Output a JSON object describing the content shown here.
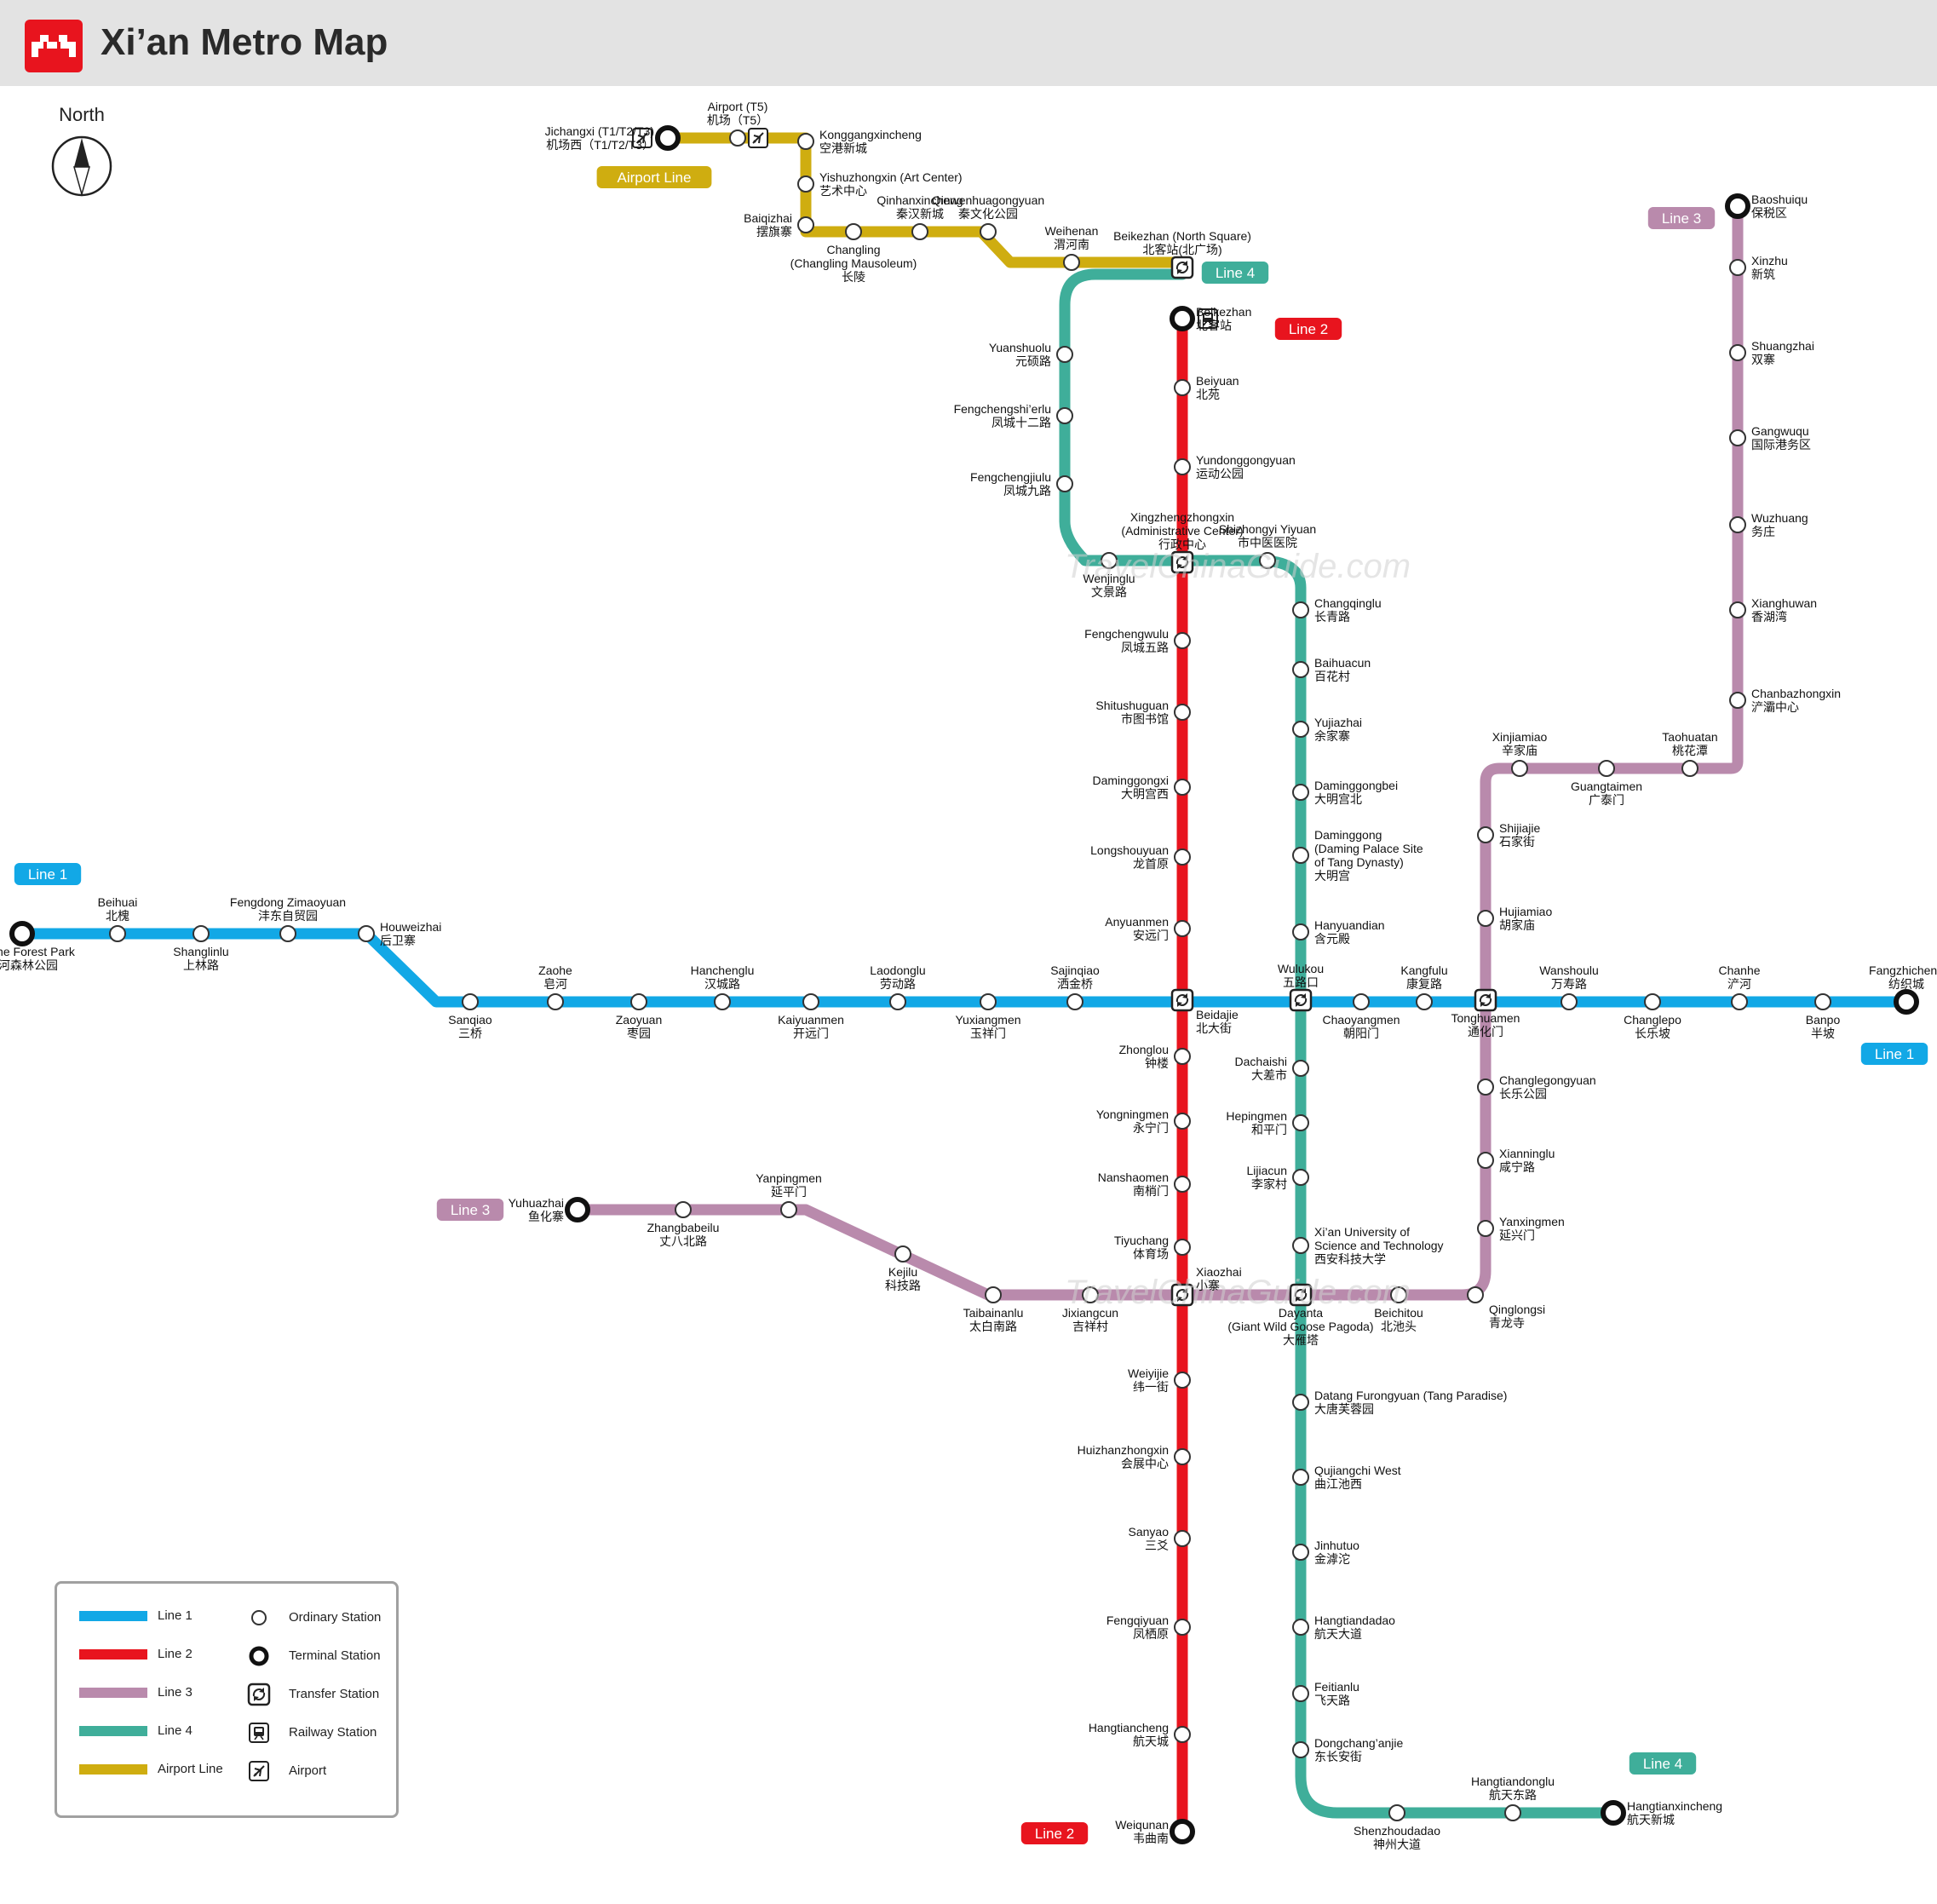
{
  "header": {
    "title": "Xi’an Metro Map"
  },
  "compass": {
    "label": "North"
  },
  "colors": {
    "line1": "#12a8e6",
    "line2": "#e8141e",
    "line3": "#b98aac",
    "line4": "#3fae9a",
    "airport": "#cfad10"
  },
  "line_badges": [
    {
      "id": "airport-line",
      "text": "Airport Line",
      "color": "#cfad10"
    },
    {
      "id": "line4-top",
      "text": "Line 4",
      "color": "#3fae9a"
    },
    {
      "id": "line2-top",
      "text": "Line 2",
      "color": "#e8141e"
    },
    {
      "id": "line3-top",
      "text": "Line 3",
      "color": "#b98aac"
    },
    {
      "id": "line1-left",
      "text": "Line 1",
      "color": "#12a8e6"
    },
    {
      "id": "line1-right",
      "text": "Line 1",
      "color": "#12a8e6"
    },
    {
      "id": "line3-left",
      "text": "Line 3",
      "color": "#b98aac"
    },
    {
      "id": "line4-bottom",
      "text": "Line 4",
      "color": "#3fae9a"
    },
    {
      "id": "line2-bottom",
      "text": "Line 2",
      "color": "#e8141e"
    }
  ],
  "stations": [
    {
      "en": "Jichangxi (T1/T2/T3)",
      "cn": "机场西（T1/T2/T3）"
    },
    {
      "en": "Airport (T5)",
      "cn": "机场（T5）"
    },
    {
      "en": "Konggangxincheng",
      "cn": "空港新城"
    },
    {
      "en": "Yishuzhongxin (Art Center)",
      "cn": "艺术中心"
    },
    {
      "en": "Baiqizhai",
      "cn": "摆旗寨"
    },
    {
      "en": "Changling\n(Changling Mausoleum)",
      "cn": "长陵"
    },
    {
      "en": "Qinhanxincheng",
      "cn": "秦汉新城"
    },
    {
      "en": "Qinwenhuagongyuan",
      "cn": "秦文化公园"
    },
    {
      "en": "Weihenan",
      "cn": "渭河南"
    },
    {
      "en": "Beikezhan (North Square)",
      "cn": "北客站(北广场)"
    },
    {
      "en": "Beikezhan",
      "cn": "北客站"
    },
    {
      "en": "Beiyuan",
      "cn": "北苑"
    },
    {
      "en": "Yundonggongyuan",
      "cn": "运动公园"
    },
    {
      "en": "Xingzhengzhongxin\n(Administrative Center)",
      "cn": "行政中心"
    },
    {
      "en": "Fengchengwulu",
      "cn": "凤城五路"
    },
    {
      "en": "Shitushuguan",
      "cn": "市图书馆"
    },
    {
      "en": "Daminggongxi",
      "cn": "大明宫西"
    },
    {
      "en": "Longshouyuan",
      "cn": "龙首原"
    },
    {
      "en": "Anyuanmen",
      "cn": "安远门"
    },
    {
      "en": "Beidajie",
      "cn": "北大街"
    },
    {
      "en": "Zhonglou",
      "cn": "钟楼"
    },
    {
      "en": "Yongningmen",
      "cn": "永宁门"
    },
    {
      "en": "Nanshaomen",
      "cn": "南梢门"
    },
    {
      "en": "Tiyuchang",
      "cn": "体育场"
    },
    {
      "en": "Xiaozhai",
      "cn": "小寨"
    },
    {
      "en": "Weiyijie",
      "cn": "纬一街"
    },
    {
      "en": "Huizhanzhongxin",
      "cn": "会展中心"
    },
    {
      "en": "Sanyao",
      "cn": "三爻"
    },
    {
      "en": "Fengqiyuan",
      "cn": "凤栖原"
    },
    {
      "en": "Hangtiancheng",
      "cn": "航天城"
    },
    {
      "en": "Weiqunan",
      "cn": "韦曲南"
    },
    {
      "en": "Yuanshuolu",
      "cn": "元硕路"
    },
    {
      "en": "Fengchengshi’erlu",
      "cn": "凤城十二路"
    },
    {
      "en": "Fengchengjiulu",
      "cn": "凤城九路"
    },
    {
      "en": "Wenjinglu",
      "cn": "文景路"
    },
    {
      "en": "Shizhongyi Yiyuan",
      "cn": "市中医医院"
    },
    {
      "en": "Changqinglu",
      "cn": "长青路"
    },
    {
      "en": "Baihuacun",
      "cn": "百花村"
    },
    {
      "en": "Yujiazhai",
      "cn": "余家寨"
    },
    {
      "en": "Daminggongbei",
      "cn": "大明宫北"
    },
    {
      "en": "Daminggong\n(Daming Palace Site\nof Tang Dynasty)",
      "cn": "大明宫"
    },
    {
      "en": "Hanyuandian",
      "cn": "含元殿"
    },
    {
      "en": "Wulukou",
      "cn": "五路口"
    },
    {
      "en": "Dachaishi",
      "cn": "大差市"
    },
    {
      "en": "Hepingmen",
      "cn": "和平门"
    },
    {
      "en": "Lijiacun",
      "cn": "李家村"
    },
    {
      "en": "Xi’an University of\nScience and Technology",
      "cn": "西安科技大学"
    },
    {
      "en": "Dayanta\n(Giant Wild Goose Pagoda)",
      "cn": "大雁塔"
    },
    {
      "en": "Datang Furongyuan (Tang Paradise)",
      "cn": "大唐芙蓉园"
    },
    {
      "en": "Qujiangchi West",
      "cn": "曲江池西"
    },
    {
      "en": "Jinhutuo",
      "cn": "金滹沱"
    },
    {
      "en": "Hangtiandadao",
      "cn": "航天大道"
    },
    {
      "en": "Feitianlu",
      "cn": "飞天路"
    },
    {
      "en": "Dongchang’anjie",
      "cn": "东长安街"
    },
    {
      "en": "Shenzhoudadao",
      "cn": "神州大道"
    },
    {
      "en": "Hangtiandonglu",
      "cn": "航天东路"
    },
    {
      "en": "Hangtianxincheng",
      "cn": "航天新城"
    },
    {
      "en": "Fenghe Forest Park",
      "cn": "沣河森林公园"
    },
    {
      "en": "Beihuai",
      "cn": "北槐"
    },
    {
      "en": "Shanglinlu",
      "cn": "上林路"
    },
    {
      "en": "Fengdong Zimaoyuan",
      "cn": "沣东自贸园"
    },
    {
      "en": "Houweizhai",
      "cn": "后卫寨"
    },
    {
      "en": "Sanqiao",
      "cn": "三桥"
    },
    {
      "en": "Zaohe",
      "cn": "皂河"
    },
    {
      "en": "Zaoyuan",
      "cn": "枣园"
    },
    {
      "en": "Hanchenglu",
      "cn": "汉城路"
    },
    {
      "en": "Kaiyuanmen",
      "cn": "开远门"
    },
    {
      "en": "Laodonglu",
      "cn": "劳动路"
    },
    {
      "en": "Yuxiangmen",
      "cn": "玉祥门"
    },
    {
      "en": "Sajinqiao",
      "cn": "洒金桥"
    },
    {
      "en": "Chaoyangmen",
      "cn": "朝阳门"
    },
    {
      "en": "Kangfulu",
      "cn": "康复路"
    },
    {
      "en": "Tonghuamen",
      "cn": "通化门"
    },
    {
      "en": "Wanshoulu",
      "cn": "万寿路"
    },
    {
      "en": "Changlepo",
      "cn": "长乐坡"
    },
    {
      "en": "Chanhe",
      "cn": "浐河"
    },
    {
      "en": "Banpo",
      "cn": "半坡"
    },
    {
      "en": "Fangzhicheng",
      "cn": "纺织城"
    },
    {
      "en": "Baoshuiqu",
      "cn": "保税区"
    },
    {
      "en": "Xinzhu",
      "cn": "新筑"
    },
    {
      "en": "Shuangzhai",
      "cn": "双寨"
    },
    {
      "en": "Gangwuqu",
      "cn": "国际港务区"
    },
    {
      "en": "Wuzhuang",
      "cn": "务庄"
    },
    {
      "en": "Xianghuwan",
      "cn": "香湖湾"
    },
    {
      "en": "Chanbazhongxin",
      "cn": "浐灞中心"
    },
    {
      "en": "Xinjiamiao",
      "cn": "辛家庙"
    },
    {
      "en": "Guangtaimen",
      "cn": "广泰门"
    },
    {
      "en": "Taohuatan",
      "cn": "桃花潭"
    },
    {
      "en": "Shijiajie",
      "cn": "石家街"
    },
    {
      "en": "Hujiamiao",
      "cn": "胡家庙"
    },
    {
      "en": "Changlegongyuan",
      "cn": "长乐公园"
    },
    {
      "en": "Xianninglu",
      "cn": "咸宁路"
    },
    {
      "en": "Yanxingmen",
      "cn": "延兴门"
    },
    {
      "en": "Qinglongsi",
      "cn": "青龙寺"
    },
    {
      "en": "Beichitou",
      "cn": "北池头"
    },
    {
      "en": "Jixiangcun",
      "cn": "吉祥村"
    },
    {
      "en": "Taibainanlu",
      "cn": "太白南路"
    },
    {
      "en": "Kejilu",
      "cn": "科技路"
    },
    {
      "en": "Yanpingmen",
      "cn": "延平门"
    },
    {
      "en": "Zhangbabeilu",
      "cn": "丈八北路"
    },
    {
      "en": "Yuhuazhai",
      "cn": "鱼化寨"
    }
  ],
  "legend": {
    "lines": [
      {
        "label": "Line 1",
        "color": "#12a8e6"
      },
      {
        "label": "Line 2",
        "color": "#e8141e"
      },
      {
        "label": "Line 3",
        "color": "#b98aac"
      },
      {
        "label": "Line 4",
        "color": "#3fae9a"
      },
      {
        "label": "Airport Line",
        "color": "#cfad10"
      }
    ],
    "symbols": [
      {
        "label": "Ordinary Station",
        "icon": "ordinary-station-icon"
      },
      {
        "label": "Terminal Station",
        "icon": "terminal-station-icon"
      },
      {
        "label": "Transfer Station",
        "icon": "transfer-station-icon"
      },
      {
        "label": "Railway Station",
        "icon": "railway-station-icon"
      },
      {
        "label": "Airport",
        "icon": "airport-icon"
      }
    ]
  },
  "watermark": "TravelChinaGuide.com"
}
